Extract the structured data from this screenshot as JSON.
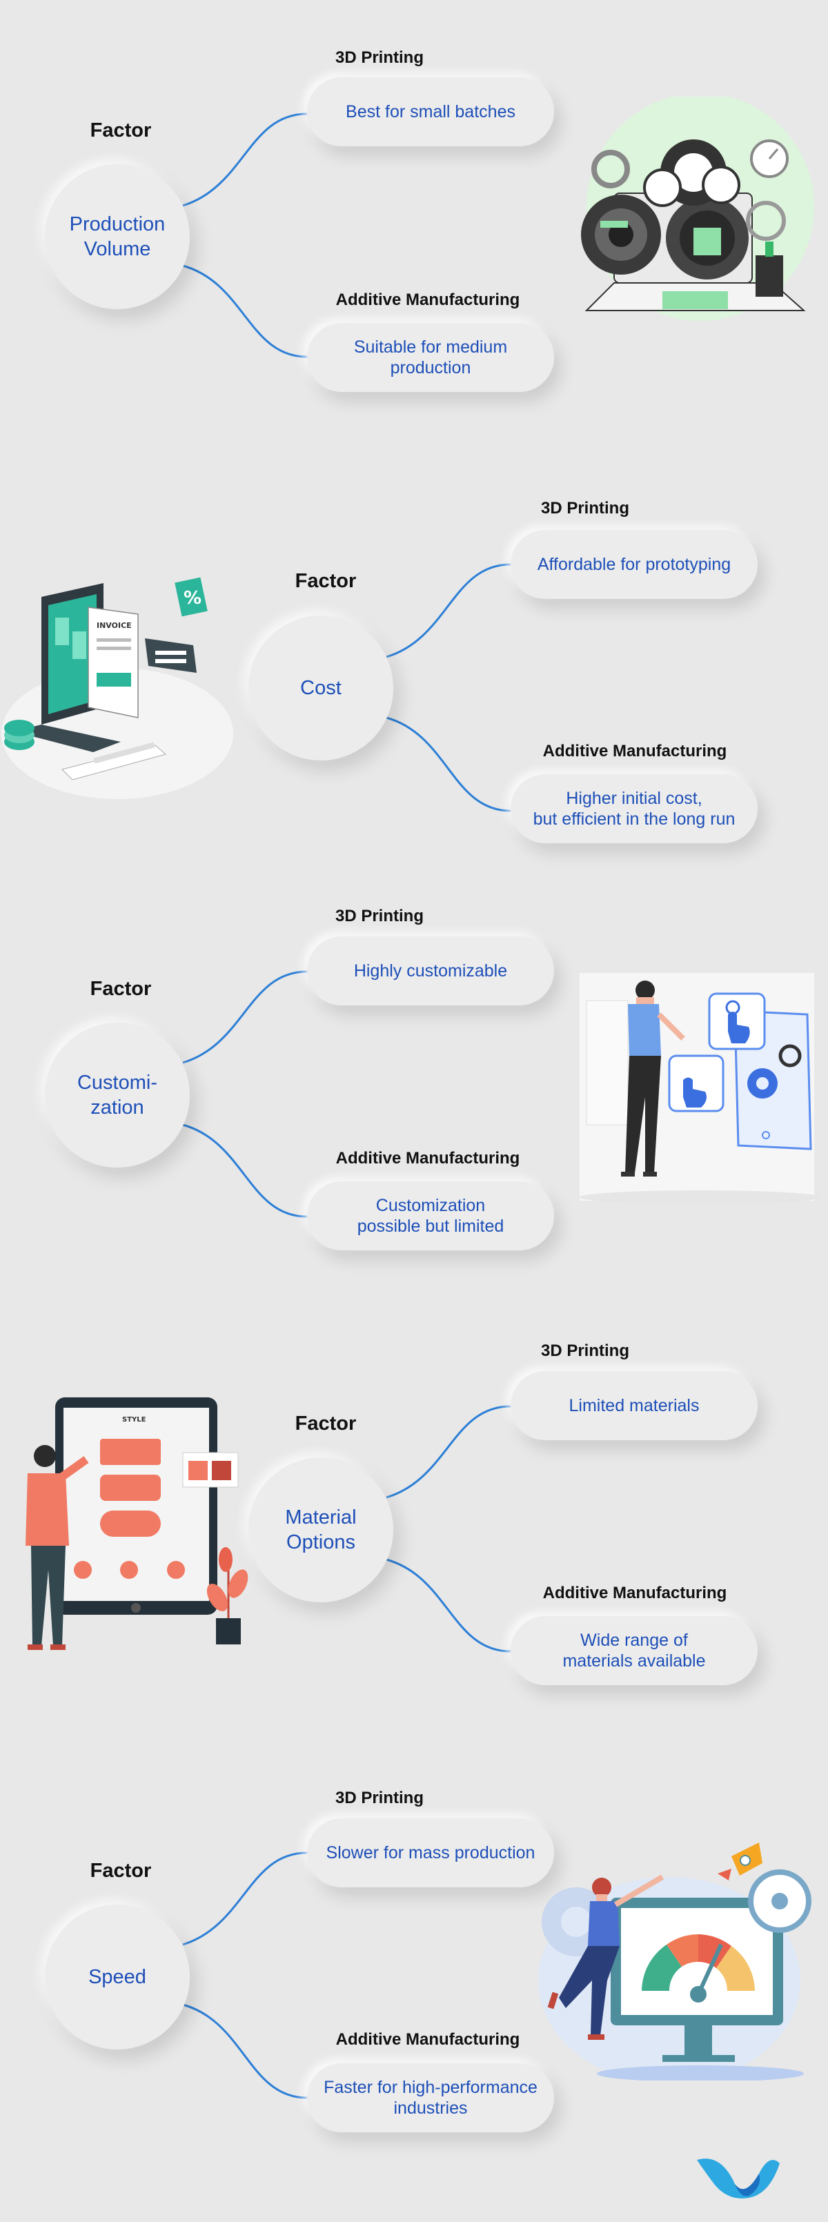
{
  "sections": [
    {
      "factor_label": "Factor",
      "factor": "Production\nVolume",
      "opt1_title": "3D Printing",
      "opt1_text": "Best for small batches",
      "opt2_title": "Additive Manufacturing",
      "opt2_text": "Suitable for medium\nproduction",
      "illustration": "gears-machine-illustration"
    },
    {
      "factor_label": "Factor",
      "factor": "Cost",
      "opt1_title": "3D Printing",
      "opt1_text": "Affordable for prototyping",
      "opt2_title": "Additive Manufacturing",
      "opt2_text": "Higher initial cost,\nbut efficient in the long run",
      "illustration": "laptop-invoice-illustration",
      "illustration_text": [
        "INVOICE",
        "%"
      ]
    },
    {
      "factor_label": "Factor",
      "factor": "Customi-\nzation",
      "opt1_title": "3D Printing",
      "opt1_text": "Highly customizable",
      "opt2_title": "Additive Manufacturing",
      "opt2_text": "Customization\npossible but limited",
      "illustration": "person-touch-screen-illustration"
    },
    {
      "factor_label": "Factor",
      "factor": "Material\nOptions",
      "opt1_title": "3D Printing",
      "opt1_text": "Limited materials",
      "opt2_title": "Additive Manufacturing",
      "opt2_text": "Wide range of\nmaterials available",
      "illustration": "phone-style-picker-illustration",
      "illustration_text": [
        "STYLE"
      ]
    },
    {
      "factor_label": "Factor",
      "factor": "Speed",
      "opt1_title": "3D Printing",
      "opt1_text": "Slower for mass production",
      "opt2_title": "Additive Manufacturing",
      "opt2_text": "Faster for high-performance\nindustries",
      "illustration": "speedometer-rocket-illustration"
    }
  ],
  "colors": {
    "background": "#e8e8e8",
    "accent_blue": "#1d4fb8",
    "connector": "#2d7fd6",
    "teal": "#2bb59a",
    "coral": "#e8614d"
  },
  "logo": "brand-logo-icon"
}
